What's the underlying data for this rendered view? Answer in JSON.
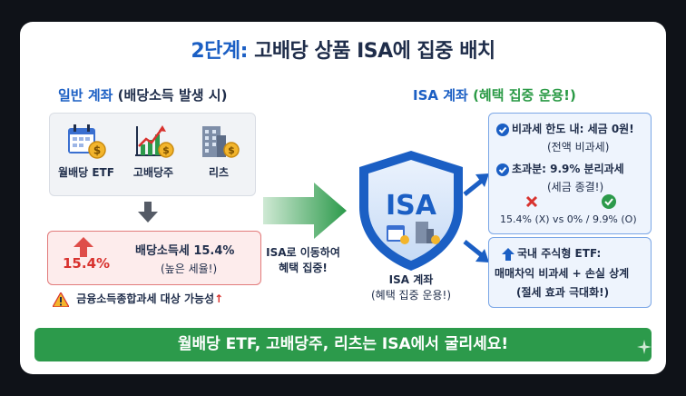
{
  "title": {
    "step": "2단계:",
    "rest": "고배당 상품 ISA에 집중 배치"
  },
  "left": {
    "heading_main": "일반 계좌",
    "heading_sub": "(배당소득 발생 시)",
    "products": [
      {
        "label": "월배당 ETF",
        "icon": "calendar-coin-icon"
      },
      {
        "label": "고배당주",
        "icon": "growth-chart-icon"
      },
      {
        "label": "리츠",
        "icon": "building-coin-icon"
      }
    ],
    "tax": {
      "percent": "15.4%",
      "main": "배당소득세 15.4%",
      "sub": "(높은 세율!)"
    },
    "warning": {
      "text": "금융소득종합과세 대상 가능성",
      "arrow": "↑"
    }
  },
  "middle": {
    "move_line1": "ISA로 이동하여",
    "move_line2": "혜택 집중!",
    "shield_text": "ISA",
    "account_title": "ISA 계좌",
    "account_sub": "(혜택 집중 운용!)"
  },
  "right": {
    "heading_main": "ISA 계좌",
    "heading_sub": "(혜택 집중 운용!)",
    "box1": {
      "line1": "비과세 한도 내: 세금 0원!",
      "line1_sub": "(전액 비과세)",
      "line2": "초과분: 9.9% 분리과세",
      "line2_sub": "(세금 종결!)",
      "compare": "15.4% (X) vs 0% / 9.9% (O)"
    },
    "box2": {
      "line1": "국내 주식형 ETF:",
      "line2": "매매차익 비과세 + 손실 상계",
      "line3": "(절세 효과 극대화!)"
    }
  },
  "banner": "월배당 ETF, 고배당주, 리츠는 ISA에서 굴리세요!",
  "colors": {
    "primary": "#1b5fc4",
    "green": "#2c9a4b",
    "red": "#d8322e",
    "navy": "#1f2d4a"
  }
}
